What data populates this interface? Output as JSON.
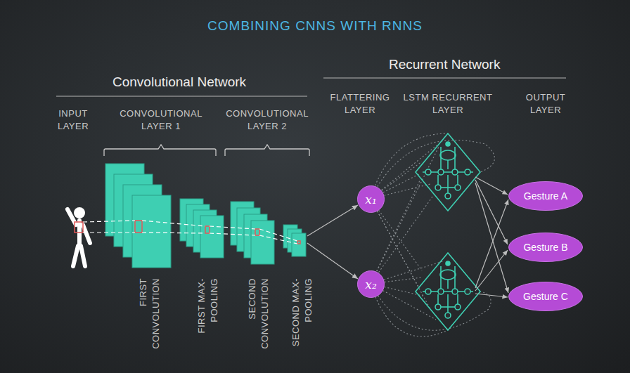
{
  "diagram": {
    "title": "COMBINING CNNS WITH RNNS",
    "nodes": [
      {
        "text": [
          "x₁"
        ]
      },
      {
        "text": [
          "x₂"
        ]
      },
      {
        "text": [
          "Gesture A"
        ]
      },
      {
        "text": [
          "Gesture B"
        ]
      },
      {
        "text": [
          "Gesture C"
        ]
      }
    ],
    "labels": [
      "Convolutional Network",
      "Recurrent Network",
      "INPUT LAYER",
      "CONVOLUTIONAL LAYER 1",
      "CONVOLUTIONAL LAYER 2",
      "FLATTERING LAYER",
      "LSTM RECURRENT LAYER",
      "OUTPUT LAYER",
      "FIRST CONVOLUTION",
      "FIRST MAX-POOLING",
      "SECOND CONVOLUTION",
      "SECOND MAX-POOLING"
    ]
  }
}
